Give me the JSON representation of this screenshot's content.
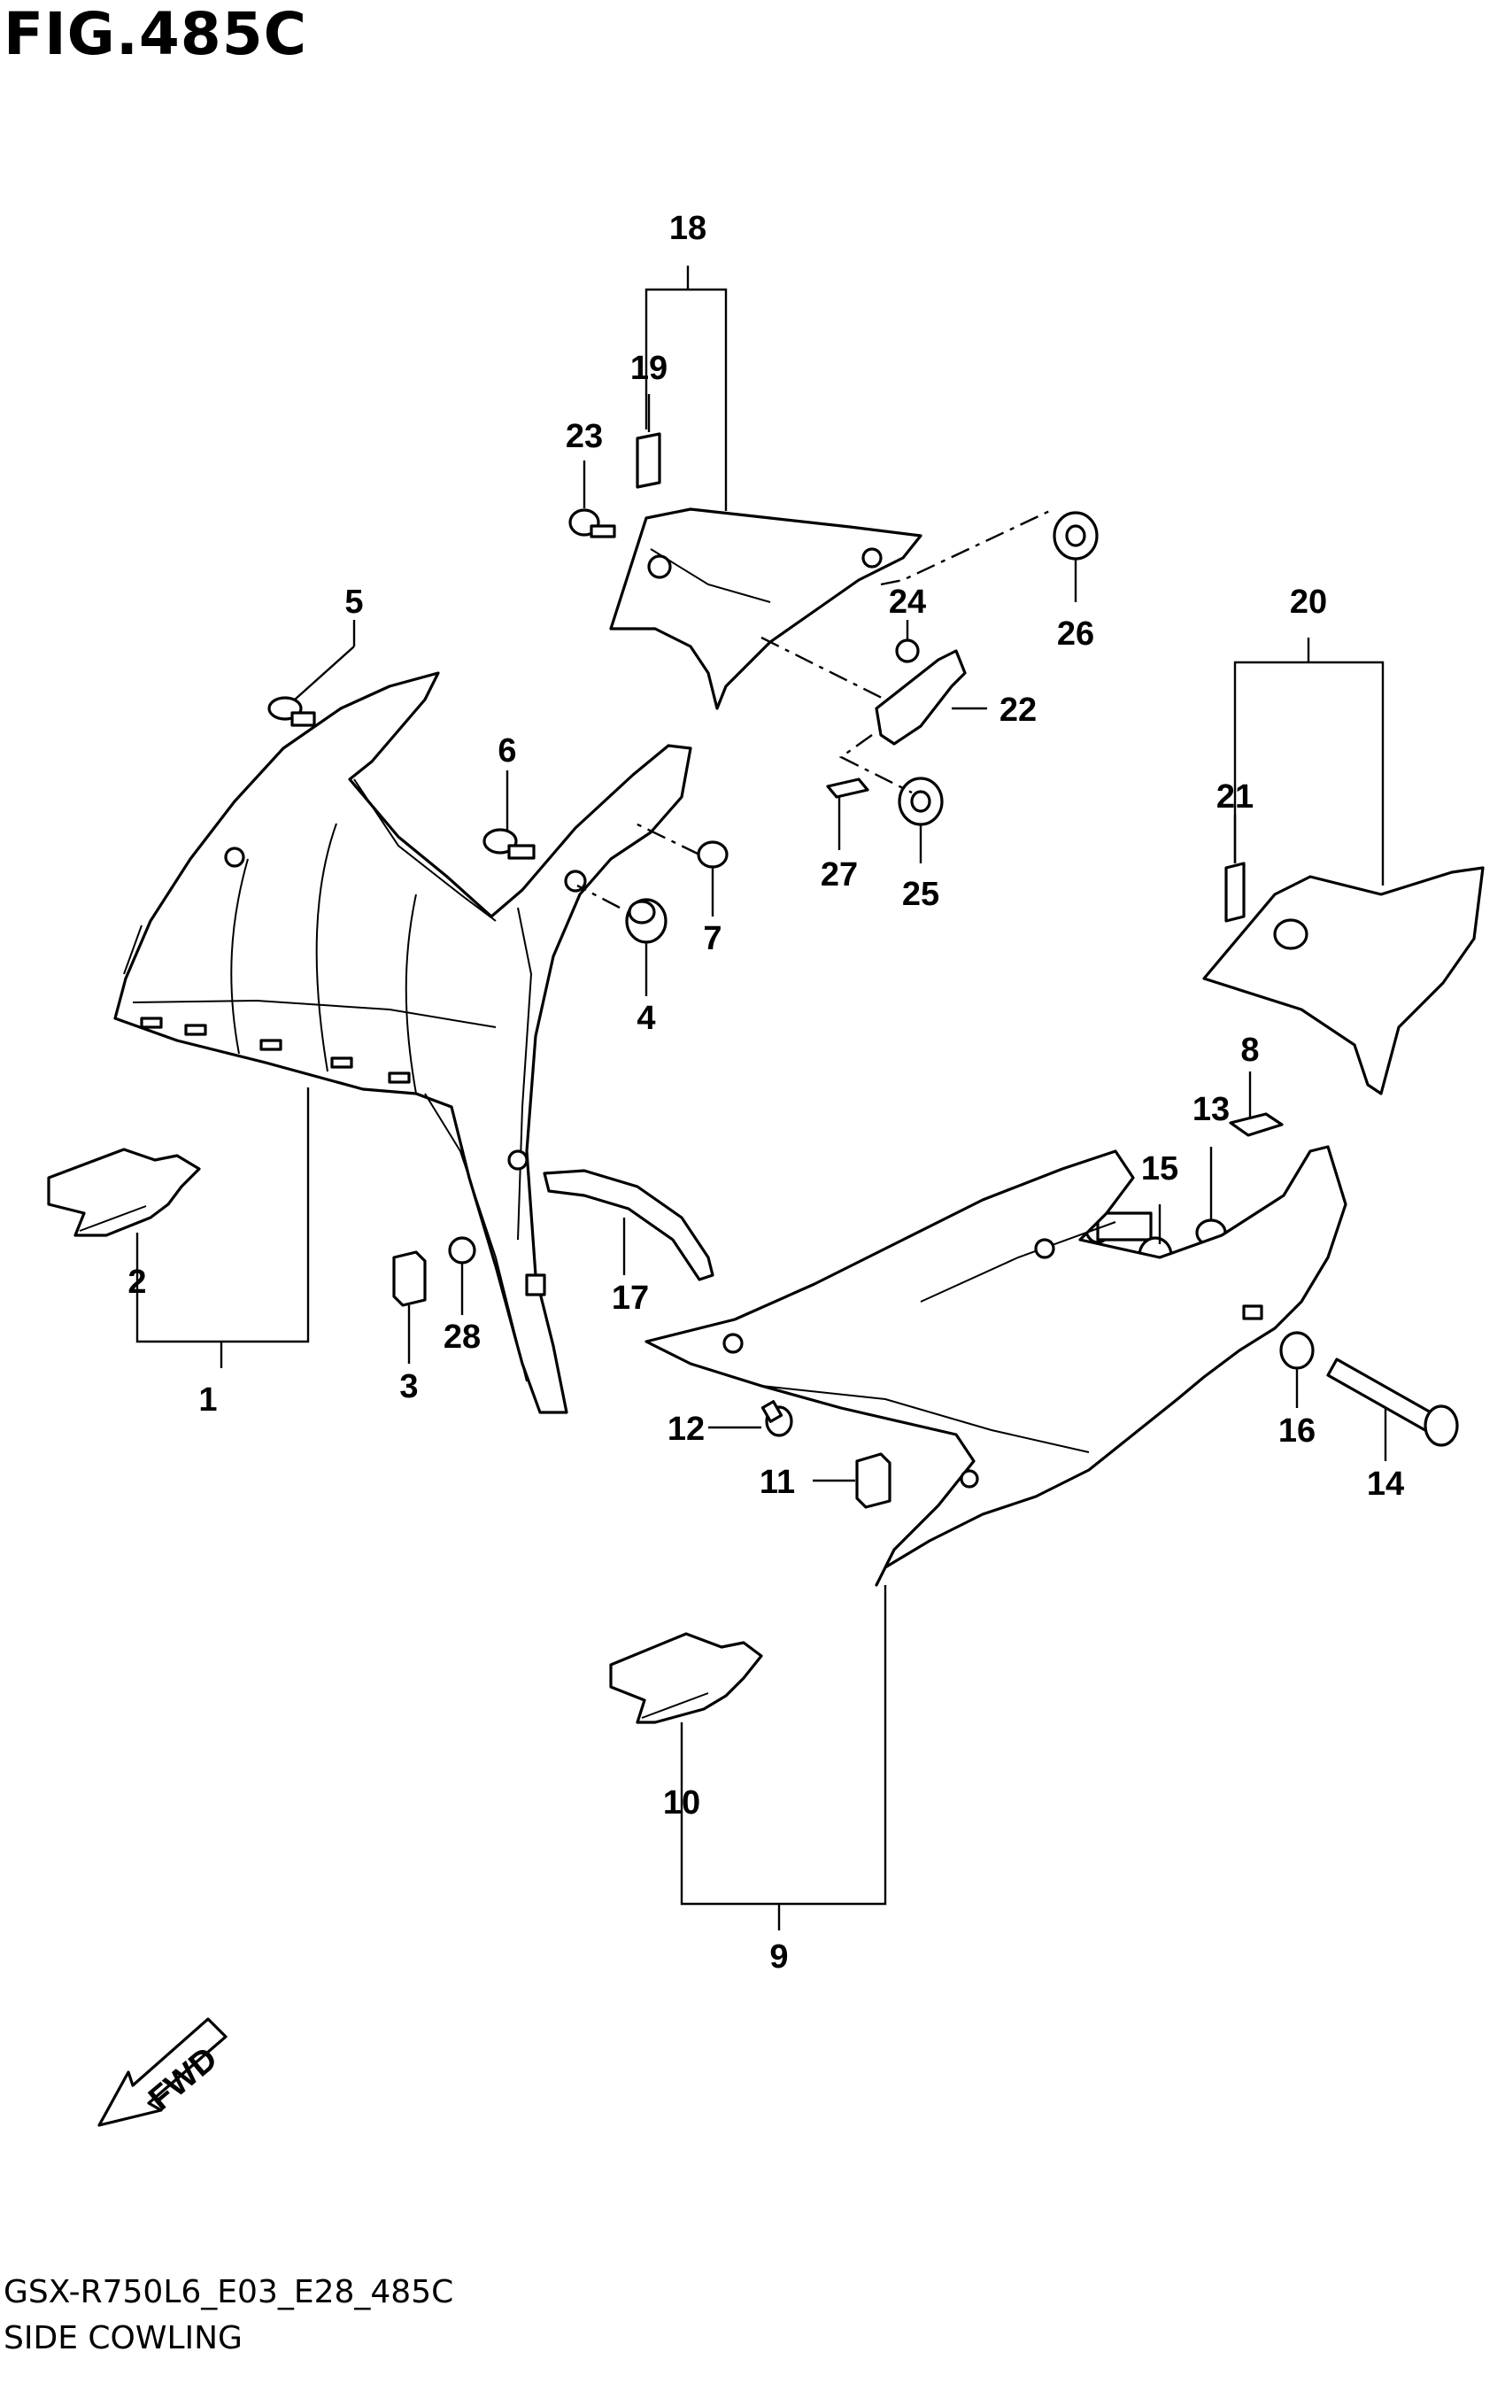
{
  "figure": {
    "title": "FIG.485C",
    "code": "GSX-R750L6_E03_E28_485C",
    "name": "SIDE COWLING"
  },
  "fwd_label": "FWD",
  "callouts": [
    "1",
    "2",
    "3",
    "4",
    "5",
    "6",
    "7",
    "8",
    "9",
    "10",
    "11",
    "12",
    "13",
    "14",
    "15",
    "16",
    "17",
    "18",
    "19",
    "20",
    "21",
    "22",
    "23",
    "24",
    "25",
    "26",
    "27",
    "28"
  ]
}
